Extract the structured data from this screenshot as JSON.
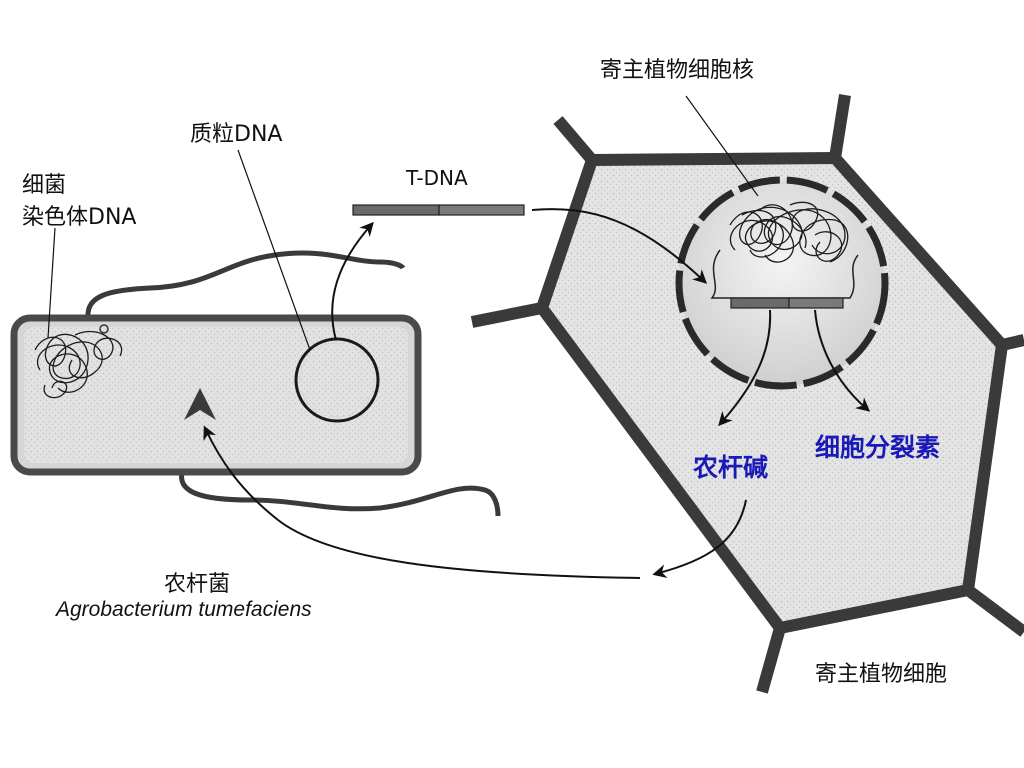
{
  "labels": {
    "host_nucleus": "寄主植物细胞核",
    "plasmid_dna": "质粒DNA",
    "bacterial_chrom_line1": "细菌",
    "bacterial_chrom_line2": "染色体DNA",
    "t_dna": "T-DNA",
    "opine": "农杆碱",
    "cytokinin": "细胞分裂素",
    "agrobacterium_cn": "农杆菌",
    "agrobacterium_latin": "Agrobacterium tumefaciens",
    "host_cell": "寄主植物细胞"
  },
  "colors": {
    "outline": "#3a3a3a",
    "cell_fill": "#e2e2e2",
    "bacterium_fill": "#d6d6d6",
    "dna_segment": "#6a6a6a",
    "product_text": "#1a1ab8"
  }
}
